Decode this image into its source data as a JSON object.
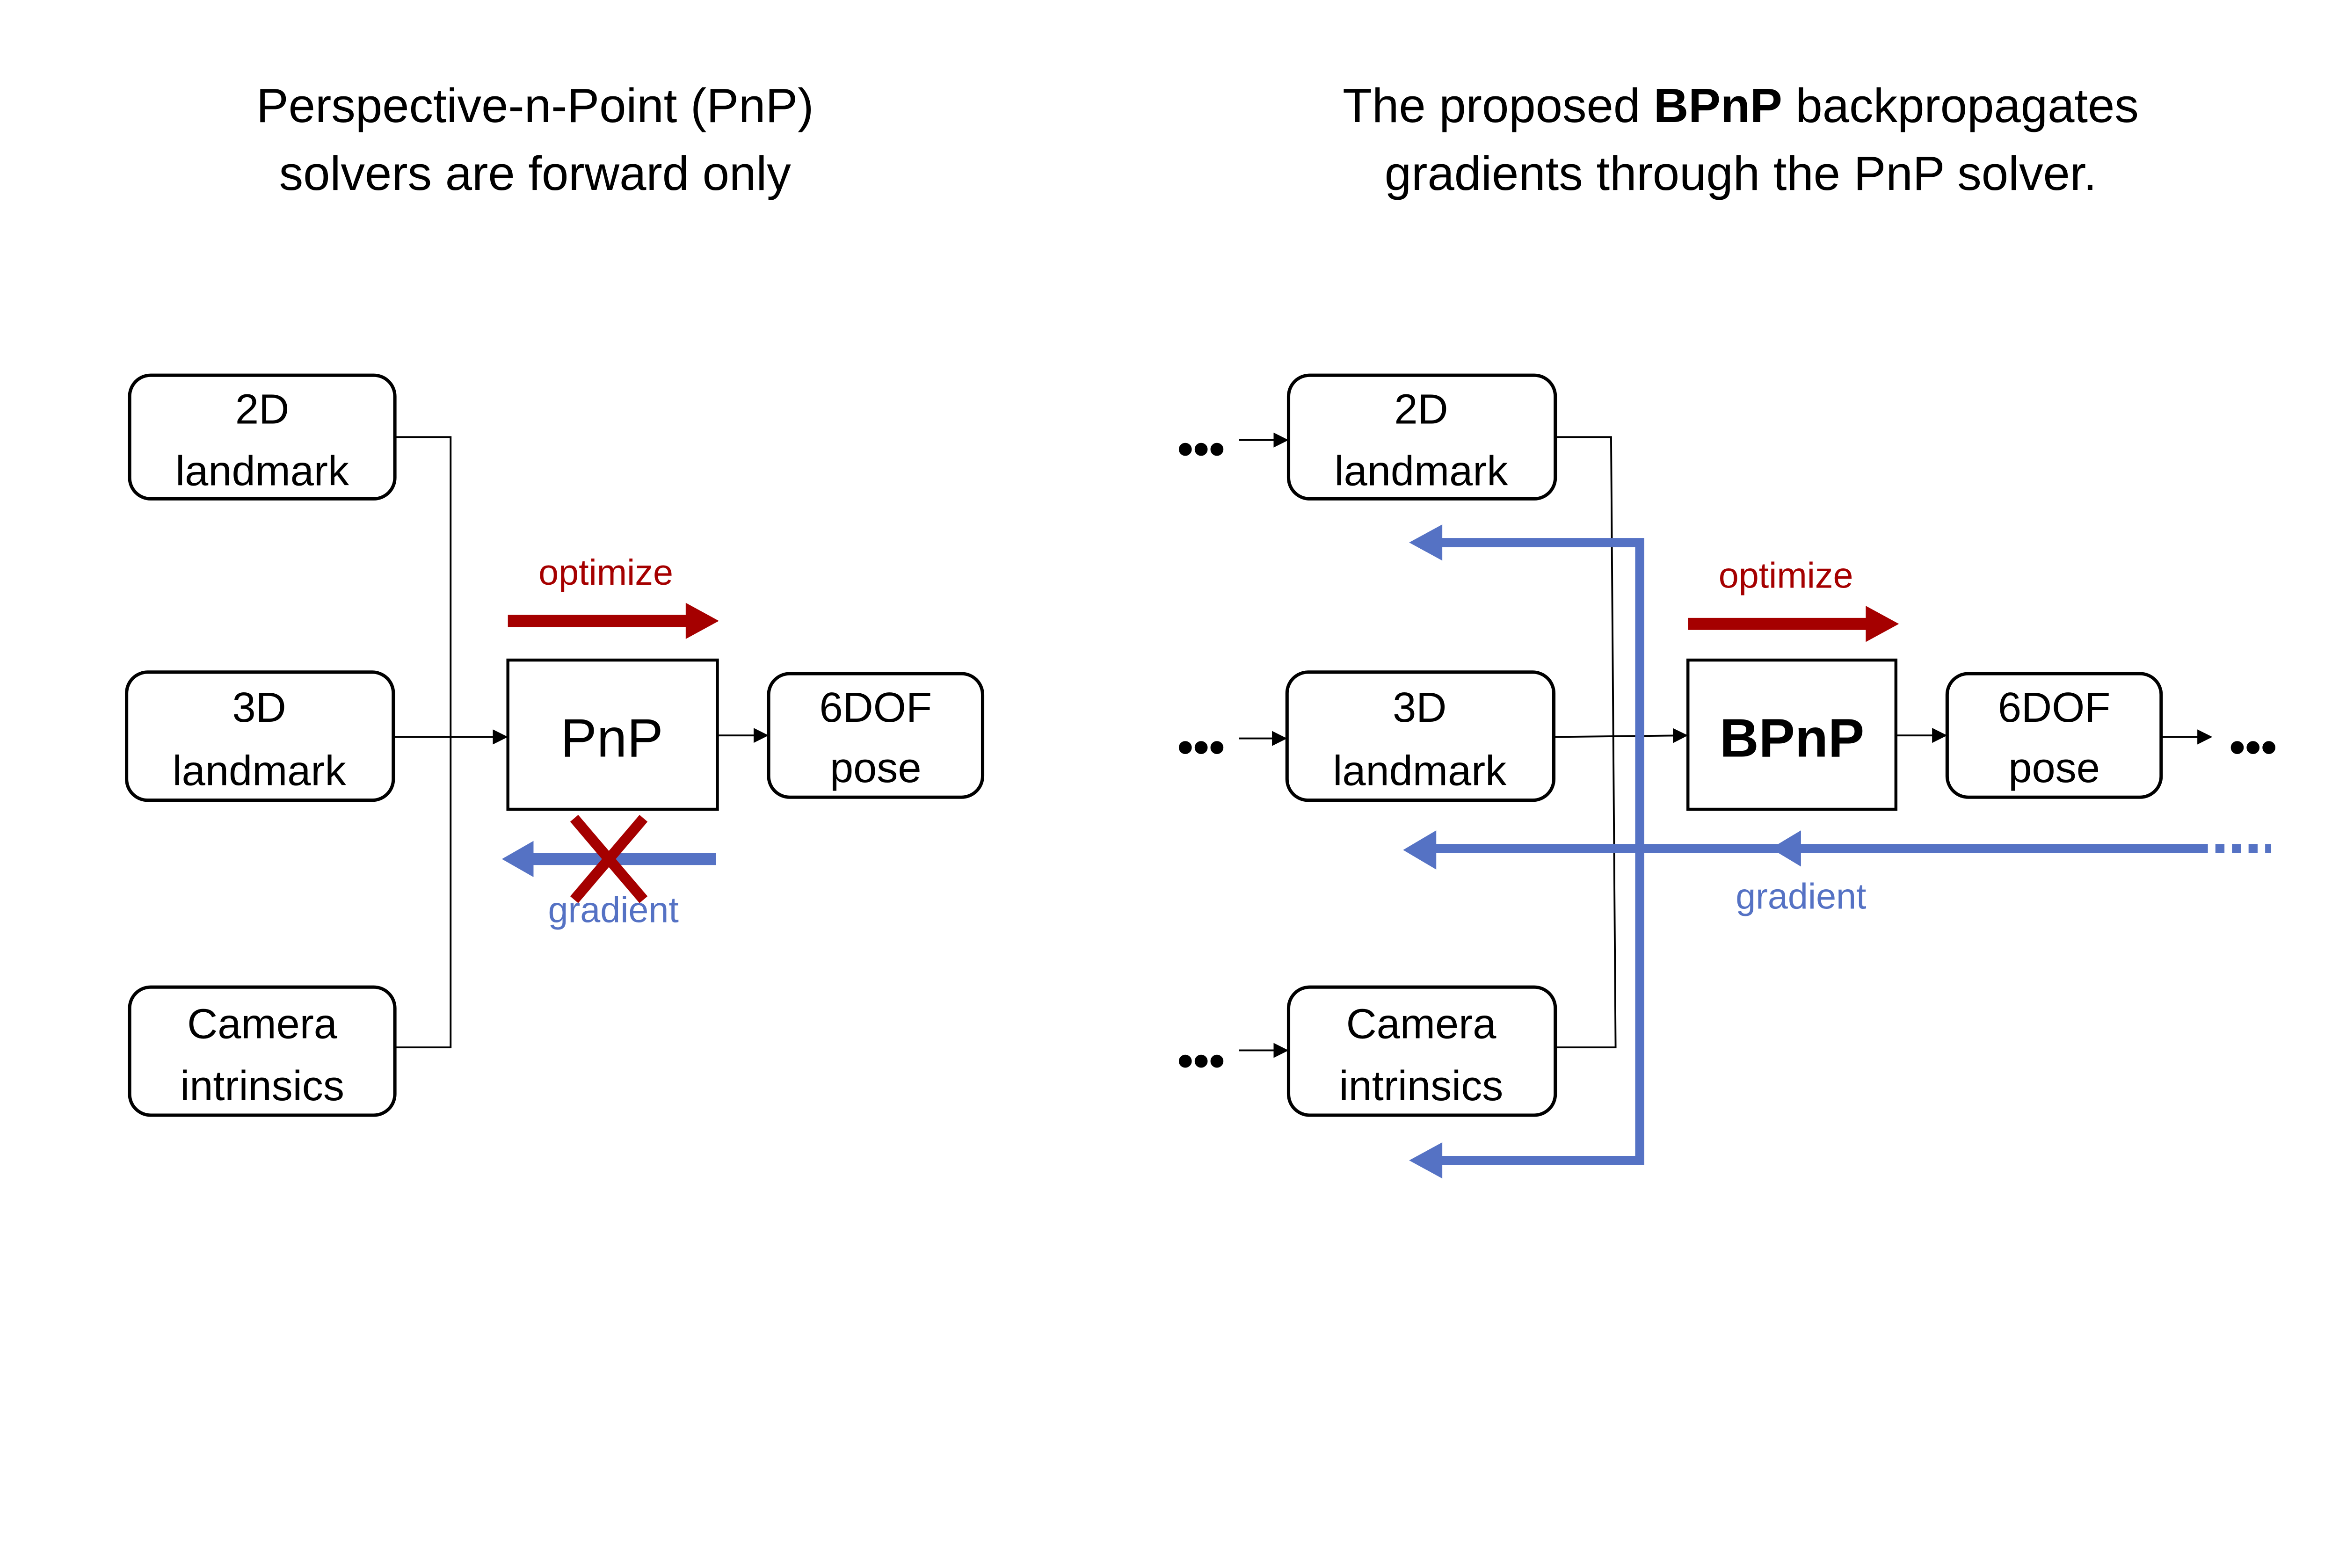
{
  "left": {
    "title_line1": "Perspective-n-Point (PnP)",
    "title_line2": "solvers are forward only",
    "box_2d": [
      "2D",
      "landmark"
    ],
    "box_3d": [
      "3D",
      "landmark"
    ],
    "box_camera": [
      "Camera",
      "intrinsics"
    ],
    "solver": "PnP",
    "output": [
      "6DOF",
      "pose"
    ],
    "optimize_label": "optimize",
    "gradient_label": "gradient"
  },
  "right": {
    "title_line1_pre": "The proposed ",
    "title_line1_bold": "BPnP",
    "title_line1_post": " backpropagates",
    "title_line2": "gradients through the PnP solver.",
    "box_2d": [
      "2D",
      "landmark"
    ],
    "box_3d": [
      "3D",
      "landmark"
    ],
    "box_camera": [
      "Camera",
      "intrinsics"
    ],
    "solver": "BPnP",
    "output": [
      "6DOF",
      "pose"
    ],
    "optimize_label": "optimize",
    "gradient_label": "gradient",
    "ellipsis": "•••"
  },
  "colors": {
    "optimize": "#A50000",
    "gradient": "#5572C4",
    "cross": "#A50000"
  }
}
